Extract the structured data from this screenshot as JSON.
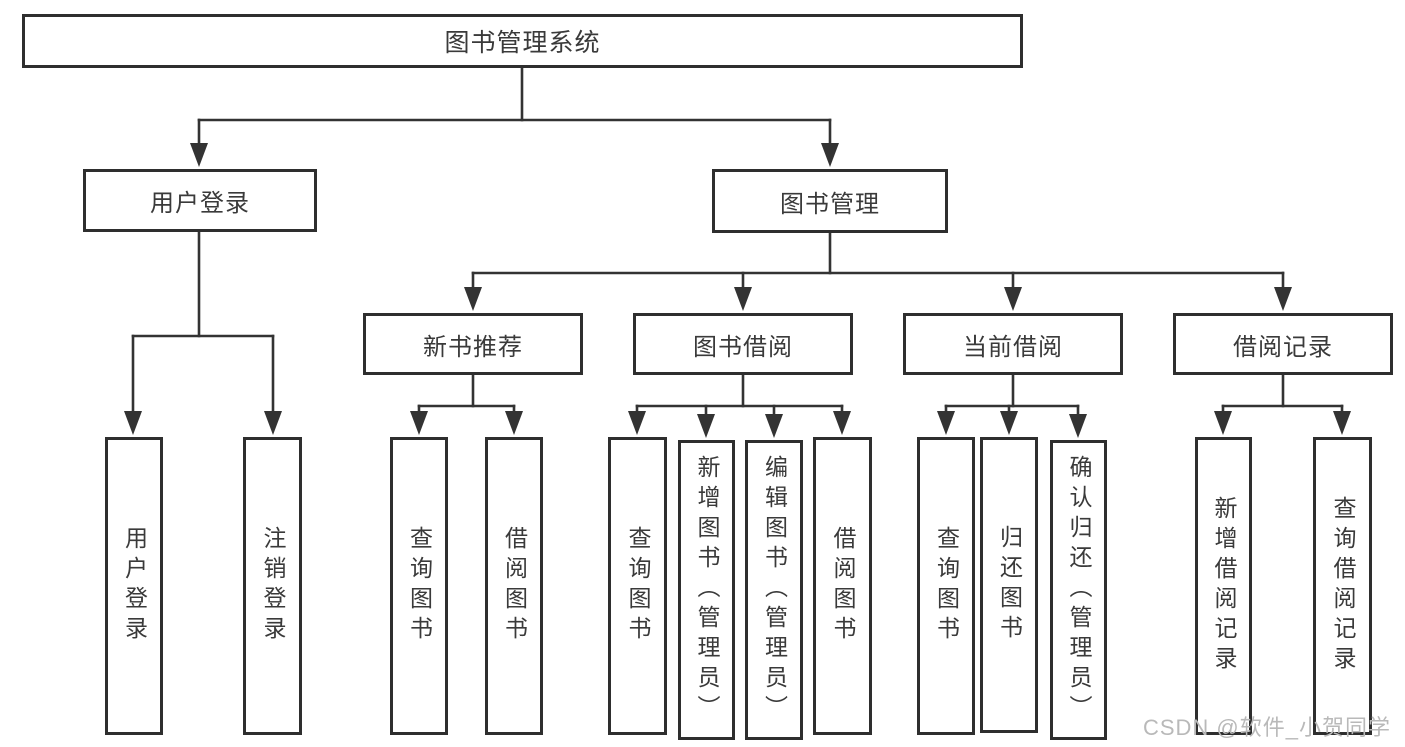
{
  "diagram": {
    "root": "图书管理系统",
    "user_login": {
      "label": "用户登录",
      "children": [
        "用户登录",
        "注销登录"
      ]
    },
    "book_management": {
      "label": "图书管理",
      "groups": [
        {
          "label": "新书推荐",
          "children": [
            "查询图书",
            "借阅图书"
          ]
        },
        {
          "label": "图书借阅",
          "children": [
            "查询图书",
            "新增图书（管理员）",
            "编辑图书（管理员）",
            "借阅图书"
          ]
        },
        {
          "label": "当前借阅",
          "children": [
            "查询图书",
            "归还图书",
            "确认归还（管理员）"
          ]
        },
        {
          "label": "借阅记录",
          "children": [
            "新增借阅记录",
            "查询借阅记录"
          ]
        }
      ]
    }
  },
  "watermark": {
    "text": "CSDN @软件_小贺同学"
  },
  "colors": {
    "line": "#333333",
    "border": "#2e2e2e",
    "text": "#3a3a3a",
    "background": "#ffffff",
    "watermark": "#b9b9b9"
  }
}
